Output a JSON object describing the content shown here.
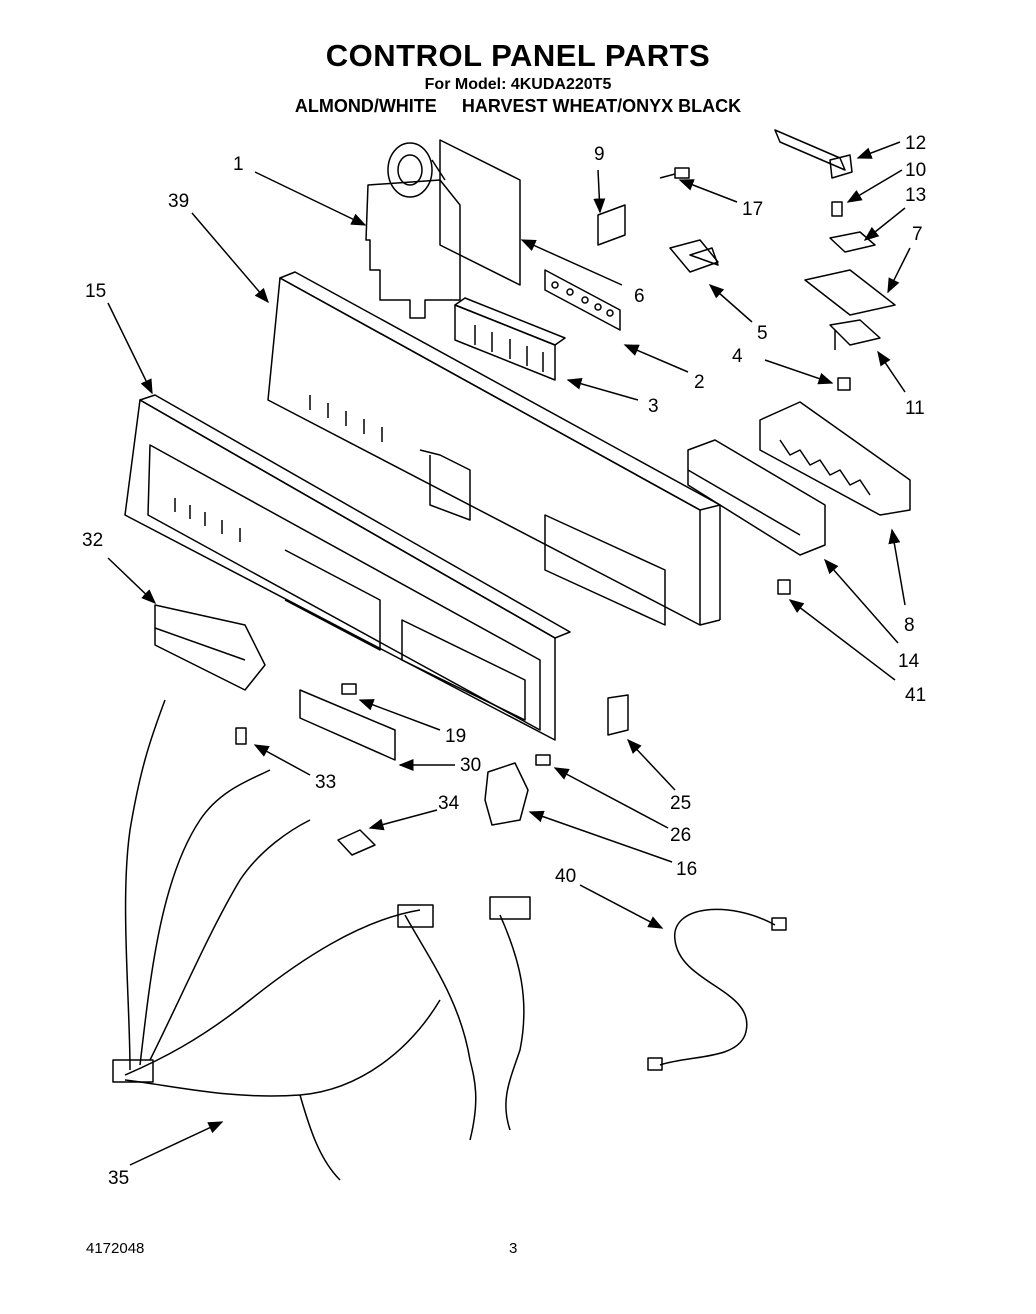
{
  "header": {
    "title": "CONTROL PANEL PARTS",
    "model_line": "For Model: 4KUDA220T5",
    "variants": [
      "ALMOND/WHITE",
      "HARVEST WHEAT/ONYX BLACK"
    ]
  },
  "callouts": {
    "c1": "1",
    "c39": "39",
    "c15": "15",
    "c9": "9",
    "c17": "17",
    "c6": "6",
    "c5": "5",
    "c2": "2",
    "c3": "3",
    "c12": "12",
    "c10": "10",
    "c13": "13",
    "c7": "7",
    "c4": "4",
    "c11": "11",
    "c8": "8",
    "c14": "14",
    "c41": "41",
    "c32": "32",
    "c19": "19",
    "c30": "30",
    "c33": "33",
    "c34": "34",
    "c25": "25",
    "c26": "26",
    "c16": "16",
    "c40": "40",
    "c35": "35"
  },
  "footer": {
    "doc_number": "4172048",
    "page_number": "3"
  }
}
